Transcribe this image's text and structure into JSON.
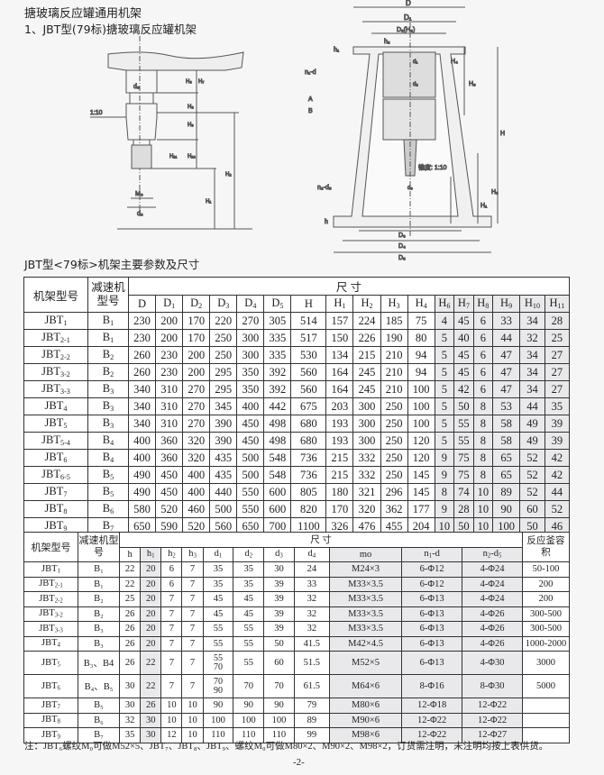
{
  "title": "搪玻璃反应罐通用机架",
  "subtitle": "1、JBT型(79标)搪玻璃反应罐机架",
  "params_title": "JBT型<79标>机架主要参数及尺寸",
  "drawing_left": {
    "taper": "锥度: 1:10",
    "d6": "d₆",
    "m0": "M₀",
    "d3": "d₃",
    "h6": "H₆",
    "h7": "H₇",
    "h8": "H₈",
    "h9": "H₉",
    "h10": "H₁₀",
    "h11": "H₁₁",
    "h1": "H₁",
    "h2": "H₂"
  },
  "drawing_right": {
    "D": "D",
    "D1": "D₁",
    "D2": "D₂(H₈)",
    "D3": "D₃",
    "D4": "D₄",
    "D5": "D₅",
    "n1d": "n₁-d",
    "n2d5": "n₂-d₅",
    "A": "A",
    "B": "B",
    "H": "H",
    "H1": "H₁",
    "H2": "H₂",
    "H3": "H₃",
    "H4": "H₄",
    "h": "h",
    "h1": "h₁",
    "h2": "h₂",
    "taper": "锥度: 1:10",
    "d1": "d₁",
    "d2": "d₂",
    "d3": "d₃"
  },
  "table1": {
    "col_model": "机架型号",
    "col_reducer": "减速机型号",
    "group_label": "尺    寸",
    "dim_cols": [
      [
        "D",
        ""
      ],
      [
        "D",
        "1"
      ],
      [
        "D",
        "2"
      ],
      [
        "D",
        "3"
      ],
      [
        "D",
        "4"
      ],
      [
        "D",
        "5"
      ],
      [
        "H",
        ""
      ],
      [
        "H",
        "1"
      ],
      [
        "H",
        "2"
      ],
      [
        "H",
        "3"
      ],
      [
        "H",
        "4"
      ],
      [
        "H",
        "6"
      ],
      [
        "H",
        "7"
      ],
      [
        "H",
        "8"
      ],
      [
        "H",
        "9"
      ],
      [
        "H",
        "10"
      ],
      [
        "H",
        "11"
      ]
    ],
    "rows": [
      {
        "model": [
          "JBT",
          "1"
        ],
        "reducer": [
          "B",
          "1"
        ],
        "v": [
          230,
          200,
          170,
          220,
          270,
          305,
          514,
          157,
          224,
          185,
          75,
          4,
          45,
          6,
          33,
          34,
          28
        ]
      },
      {
        "model": [
          "JBT",
          "2-1"
        ],
        "reducer": [
          "B",
          "1"
        ],
        "v": [
          230,
          200,
          170,
          250,
          300,
          335,
          517,
          150,
          226,
          190,
          80,
          5,
          40,
          6,
          44,
          32,
          25
        ]
      },
      {
        "model": [
          "JBT",
          "2-2"
        ],
        "reducer": [
          "B",
          "2"
        ],
        "v": [
          260,
          230,
          200,
          250,
          300,
          335,
          530,
          134,
          215,
          210,
          94,
          5,
          45,
          6,
          47,
          34,
          27
        ]
      },
      {
        "model": [
          "JBT",
          "3-2"
        ],
        "reducer": [
          "B",
          "2"
        ],
        "v": [
          260,
          230,
          200,
          295,
          350,
          392,
          560,
          164,
          245,
          210,
          94,
          5,
          45,
          6,
          47,
          34,
          27
        ]
      },
      {
        "model": [
          "JBT",
          "3-3"
        ],
        "reducer": [
          "B",
          "3"
        ],
        "v": [
          340,
          310,
          270,
          295,
          350,
          392,
          560,
          164,
          245,
          210,
          100,
          5,
          42,
          6,
          47,
          34,
          27
        ]
      },
      {
        "model": [
          "JBT",
          "4"
        ],
        "reducer": [
          "B",
          "3"
        ],
        "v": [
          340,
          310,
          270,
          345,
          400,
          442,
          675,
          203,
          300,
          250,
          100,
          5,
          50,
          8,
          53,
          44,
          35
        ]
      },
      {
        "model": [
          "JBT",
          "5"
        ],
        "reducer": [
          "B",
          "3"
        ],
        "v": [
          340,
          310,
          270,
          390,
          450,
          498,
          680,
          193,
          300,
          250,
          100,
          5,
          55,
          8,
          58,
          49,
          39
        ]
      },
      {
        "model": [
          "JBT",
          "5-4"
        ],
        "reducer": [
          "B",
          "4"
        ],
        "v": [
          400,
          360,
          320,
          390,
          450,
          498,
          680,
          193,
          300,
          250,
          120,
          5,
          55,
          8,
          58,
          49,
          39
        ]
      },
      {
        "model": [
          "JBT",
          "6"
        ],
        "reducer": [
          "B",
          "4"
        ],
        "v": [
          400,
          360,
          320,
          435,
          500,
          548,
          736,
          215,
          332,
          250,
          120,
          9,
          75,
          8,
          65,
          52,
          42
        ]
      },
      {
        "model": [
          "JBT",
          "6-5"
        ],
        "reducer": [
          "B",
          "5"
        ],
        "v": [
          490,
          450,
          400,
          435,
          500,
          548,
          736,
          215,
          332,
          250,
          145,
          9,
          75,
          8,
          65,
          52,
          42
        ]
      },
      {
        "model": [
          "JBT",
          "7"
        ],
        "reducer": [
          "B",
          "5"
        ],
        "v": [
          490,
          450,
          400,
          440,
          550,
          600,
          805,
          180,
          321,
          296,
          145,
          8,
          74,
          10,
          89,
          52,
          44
        ]
      },
      {
        "model": [
          "JBT",
          "8"
        ],
        "reducer": [
          "B",
          "6"
        ],
        "v": [
          580,
          520,
          460,
          500,
          550,
          600,
          820,
          170,
          320,
          362,
          177,
          9,
          28,
          10,
          90,
          60,
          52
        ]
      },
      {
        "model": [
          "JBT",
          "9"
        ],
        "reducer": [
          "B",
          "7"
        ],
        "v": [
          650,
          590,
          520,
          560,
          650,
          700,
          1100,
          326,
          476,
          455,
          204,
          10,
          50,
          10,
          100,
          50,
          46
        ]
      }
    ]
  },
  "table2": {
    "col_model": "机架型号",
    "col_reducer": "减速机型号",
    "group_label": "尺    寸",
    "col_volume": "反应釜容积",
    "dim_cols": [
      [
        "h",
        ""
      ],
      [
        "h",
        "1"
      ],
      [
        "h",
        "2"
      ],
      [
        "h",
        "3"
      ],
      [
        "d",
        "1"
      ],
      [
        "d",
        "2"
      ],
      [
        "d",
        "3"
      ],
      [
        "d",
        "4"
      ],
      [
        "mo",
        ""
      ],
      [
        "n",
        "1",
        "-d"
      ],
      [
        "n",
        "2",
        "-d",
        "5"
      ]
    ],
    "rows": [
      {
        "model": [
          "JBT",
          "1"
        ],
        "reducer": "B₁",
        "v": [
          "22",
          "20",
          "6",
          "7",
          "35",
          "35",
          "30",
          "24",
          "M24×3",
          "6-Φ12",
          "4-Φ24"
        ],
        "vol": "50-100"
      },
      {
        "model": [
          "JBT",
          "2-1"
        ],
        "reducer": "B₁",
        "v": [
          "22",
          "20",
          "6",
          "7",
          "35",
          "35",
          "39",
          "33",
          "M33×3.5",
          "6-Φ12",
          "4-Φ24"
        ],
        "vol": "200"
      },
      {
        "model": [
          "JBT",
          "2-2"
        ],
        "reducer": "B₂",
        "v": [
          "25",
          "20",
          "7",
          "7",
          "45",
          "45",
          "39",
          "32",
          "M33×3.5",
          "6-Φ13",
          "4-Φ24"
        ],
        "vol": "200"
      },
      {
        "model": [
          "JBT",
          "3-2"
        ],
        "reducer": "B₂",
        "v": [
          "26",
          "20",
          "7",
          "7",
          "45",
          "45",
          "39",
          "32",
          "M33×3.5",
          "6-Φ13",
          "4-Φ26"
        ],
        "vol": "300-500"
      },
      {
        "model": [
          "JBT",
          "3-3"
        ],
        "reducer": "B₃",
        "v": [
          "26",
          "20",
          "7",
          "7",
          "55",
          "55",
          "39",
          "32",
          "M33×3.5",
          "6-Φ13",
          "4-Φ26"
        ],
        "vol": "300-500"
      },
      {
        "model": [
          "JBT",
          "4"
        ],
        "reducer": "B₃",
        "v": [
          "26",
          "20",
          "7",
          "7",
          "55",
          "55",
          "50",
          "41.5",
          "M42×4.5",
          "6-Φ13",
          "4-Φ26"
        ],
        "vol": "1000-2000"
      },
      {
        "model": [
          "JBT",
          "5"
        ],
        "reducer": "B₃、B4",
        "v": [
          "26",
          "22",
          "7",
          "7",
          "55\n70",
          "55",
          "60",
          "51.5",
          "M52×5",
          "6-Φ13",
          "4-Φ30"
        ],
        "vol": "3000",
        "tall": true
      },
      {
        "model": [
          "JBT",
          "6"
        ],
        "reducer": "B₄、B₅",
        "v": [
          "30",
          "22",
          "7",
          "7",
          "70\n90",
          "70",
          "70",
          "61.5",
          "M64×6",
          "8-Φ16",
          "8-Φ30"
        ],
        "vol": "5000",
        "tall": true
      },
      {
        "model": [
          "JBT",
          "7"
        ],
        "reducer": "B₅",
        "v": [
          "30",
          "26",
          "10",
          "10",
          "90",
          "90",
          "90",
          "79",
          "M80×6",
          "12-Φ18",
          "12-Φ22"
        ],
        "vol": ""
      },
      {
        "model": [
          "JBT",
          "8"
        ],
        "reducer": "B₆",
        "v": [
          "32",
          "30",
          "10",
          "10",
          "100",
          "100",
          "100",
          "89",
          "M90×6",
          "12-Φ22",
          "12-Φ22"
        ],
        "vol": ""
      },
      {
        "model": [
          "JBT",
          "9"
        ],
        "reducer": "B₇",
        "v": [
          "35",
          "30",
          "12",
          "10",
          "110",
          "110",
          "110",
          "99",
          "M98×6",
          "12-Φ22",
          "12-Φ27"
        ],
        "vol": ""
      }
    ]
  },
  "note": "注：JBT₆螺纹M₀可做M52×5、JBT₇、JBT₈、JBT₉、螺纹M₀可做M80×2、M90×2、M98×2，订货需注明，未注明均按上表供货。",
  "page_number": "-2-"
}
